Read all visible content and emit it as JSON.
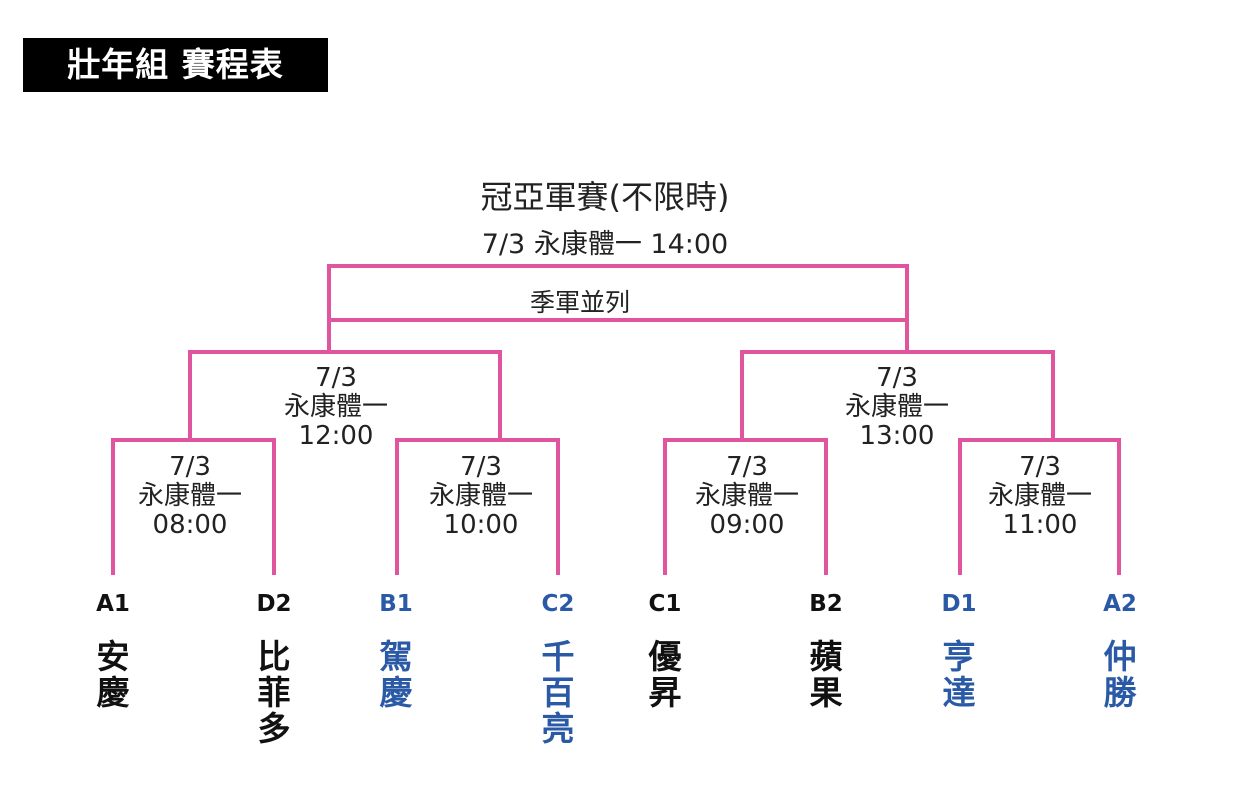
{
  "title": "壯年組 賽程表",
  "colors": {
    "bracket_line": "#e0559e",
    "black_team": "#111111",
    "blue_team": "#2a5aa6"
  },
  "final": {
    "title": "冠亞軍賽(不限時)",
    "info": "7/3  永康體一 14:00",
    "third_place": "季軍並列"
  },
  "semifinals": [
    {
      "date": "7/3",
      "venue": "永康體一",
      "time": "12:00"
    },
    {
      "date": "7/3",
      "venue": "永康體一",
      "time": "13:00"
    }
  ],
  "quarterfinals": [
    {
      "date": "7/3",
      "venue": "永康體一",
      "time": "08:00"
    },
    {
      "date": "7/3",
      "venue": "永康體一",
      "time": "10:00"
    },
    {
      "date": "7/3",
      "venue": "永康體一",
      "time": "09:00"
    },
    {
      "date": "7/3",
      "venue": "永康體一",
      "time": "11:00"
    }
  ],
  "teams": [
    {
      "seed": "A1",
      "name": [
        "安",
        "慶"
      ]
    },
    {
      "seed": "D2",
      "name": [
        "比",
        "菲",
        "多"
      ]
    },
    {
      "seed": "B1",
      "name": [
        "駕",
        "慶"
      ]
    },
    {
      "seed": "C2",
      "name": [
        "千",
        "百",
        "亮"
      ]
    },
    {
      "seed": "C1",
      "name": [
        "優",
        "昇"
      ]
    },
    {
      "seed": "B2",
      "name": [
        "蘋",
        "果"
      ]
    },
    {
      "seed": "D1",
      "name": [
        "亨",
        "達"
      ]
    },
    {
      "seed": "A2",
      "name": [
        "仲",
        "勝"
      ]
    }
  ]
}
